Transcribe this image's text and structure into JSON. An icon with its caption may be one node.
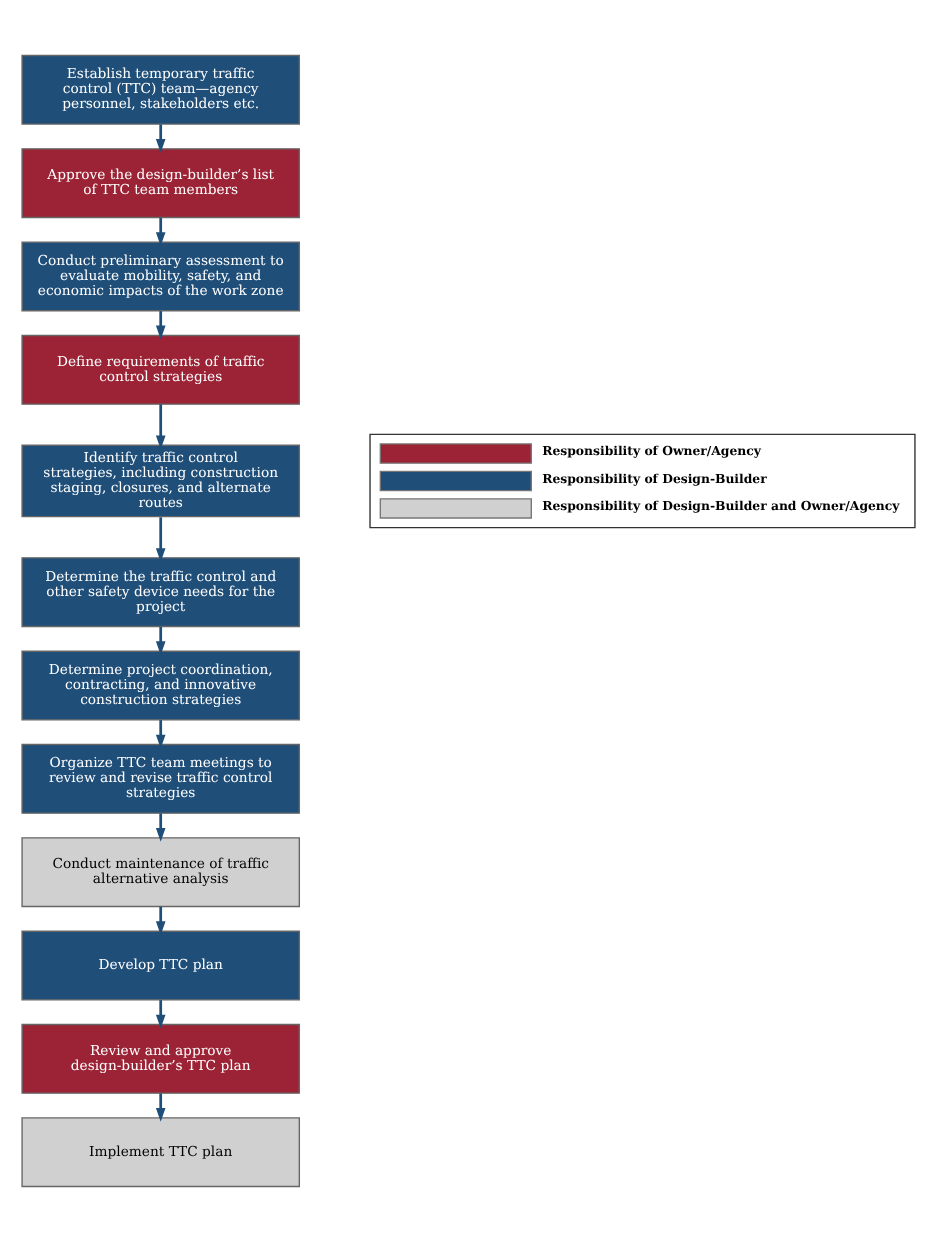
{
  "diagram": {
    "nodes": [
      {
        "text": [
          "Establish temporary traffic control (TTC) team—agency personnel, stakeholders etc."
        ]
      },
      {
        "text": [
          "Approve the design-builder’s list of TTC team members"
        ]
      },
      {
        "text": [
          "Conduct preliminary assessment to evaluate mobility, safety, and economic impacts of the work zone"
        ]
      },
      {
        "text": [
          "Define requirements of traffic control strategies"
        ]
      },
      {
        "text": [
          "Identify traffic control strategies, including construction staging, closures, and alternate routes"
        ]
      },
      {
        "text": [
          "Determine the traffic control and other safety device needs for the project"
        ]
      },
      {
        "text": [
          "Determine project coordination, contracting, and innovative construction strategies"
        ]
      },
      {
        "text": [
          "Organize TTC team meetings to review and revise traffic control strategies"
        ]
      },
      {
        "text": [
          "Conduct maintenance of traffic alternative analysis"
        ]
      },
      {
        "text": [
          "Develop TTC plan"
        ]
      },
      {
        "text": [
          "Review and approve design-builder’s TTC plan"
        ]
      },
      {
        "text": [
          "Implement TTC plan"
        ]
      }
    ],
    "edges": [
      {
        "from": 0,
        "to": 1,
        "arrow": "to"
      },
      {
        "from": 1,
        "to": 2,
        "arrow": "to"
      },
      {
        "from": 2,
        "to": 3,
        "arrow": "to"
      },
      {
        "from": 3,
        "to": 4,
        "arrow": "to"
      },
      {
        "from": 4,
        "to": 5,
        "arrow": "to"
      },
      {
        "from": 5,
        "to": 6,
        "arrow": "to"
      },
      {
        "from": 6,
        "to": 7,
        "arrow": "to"
      },
      {
        "from": 7,
        "to": 8,
        "arrow": "to"
      },
      {
        "from": 8,
        "to": 9,
        "arrow": "to"
      },
      {
        "from": 9,
        "to": 10,
        "arrow": "to"
      },
      {
        "from": 10,
        "to": 11,
        "arrow": "to"
      }
    ],
    "legend": [
      {
        "text": "Responsibility of Owner/Agency",
        "color": "#9b2335"
      },
      {
        "text": "Responsibility of Design-Builder",
        "color": "#1f4e79"
      },
      {
        "text": "Responsibility of Design-Builder and Owner/Agency",
        "color": "#d0d0d0"
      }
    ]
  }
}
